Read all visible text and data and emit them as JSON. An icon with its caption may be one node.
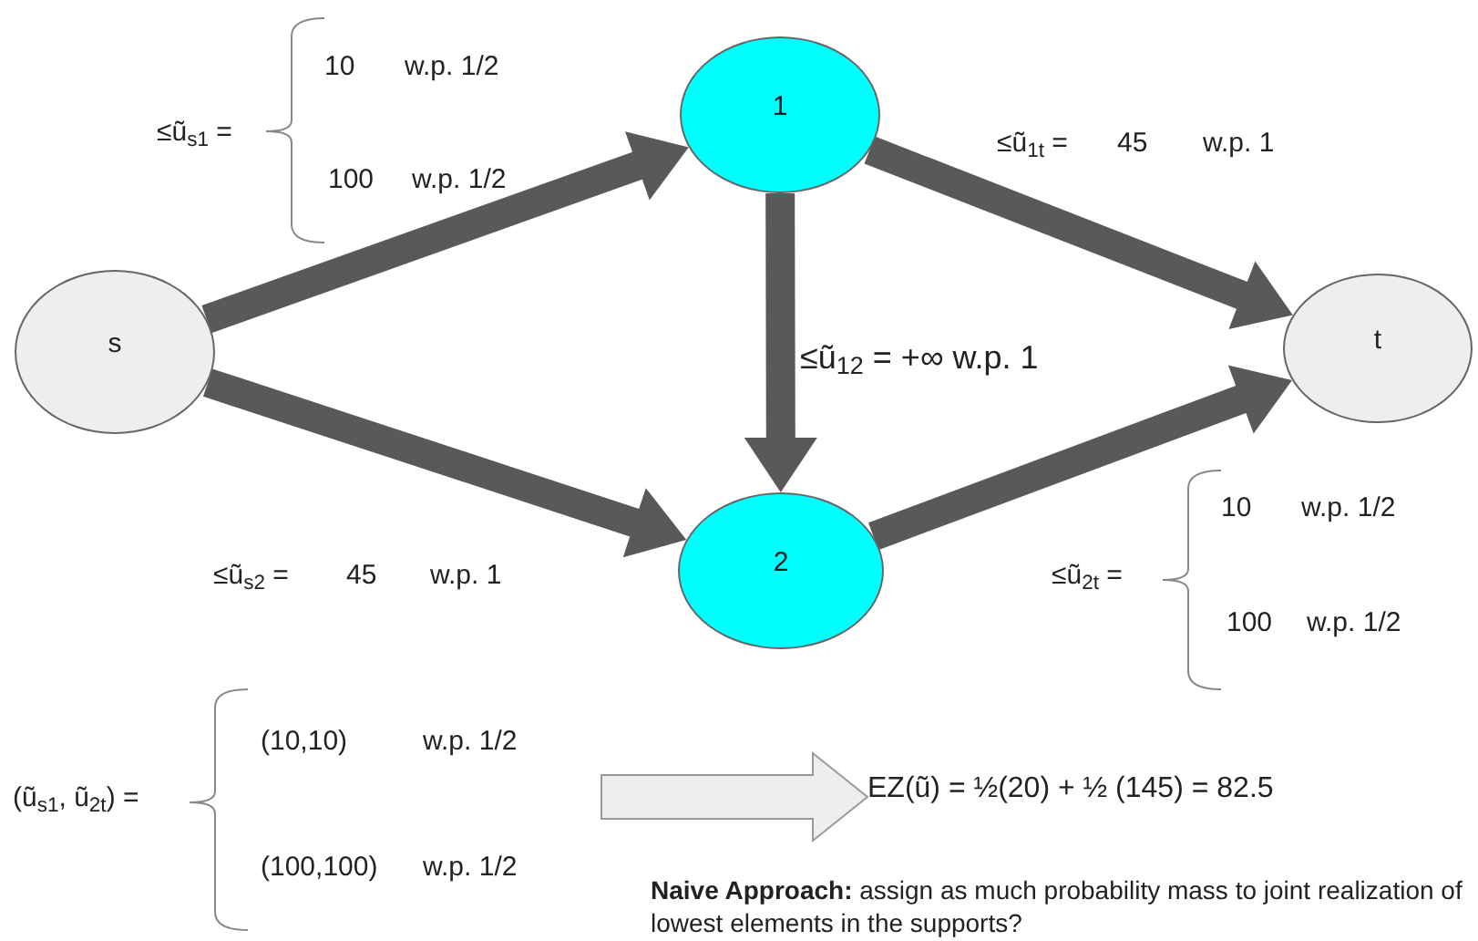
{
  "diagram": {
    "nodes": [
      {
        "text": [
          "s"
        ]
      },
      {
        "text": [
          "1"
        ]
      },
      {
        "text": [
          "2"
        ]
      },
      {
        "text": [
          "t"
        ]
      },
      {
        "text": [
          "EZ(ũ) = ½(20) + ½ (145) = 82.5"
        ]
      }
    ],
    "edges": [
      {
        "from": 0,
        "to": 1,
        "arrow": "to"
      },
      {
        "from": 0,
        "to": 2,
        "arrow": "to"
      },
      {
        "from": 1,
        "to": 3,
        "arrow": "to"
      },
      {
        "from": 1,
        "to": 2,
        "arrow": "to"
      },
      {
        "from": 2,
        "to": 3,
        "arrow": "to"
      },
      {
        "from": null,
        "to": 4,
        "arrow": "to",
        "style": "thick",
        "color": "#eeeeee"
      }
    ],
    "labels": [
      "≤ũ$_{s1}$ =",
      "10",
      "w.p. 1/2",
      "100",
      "w.p. 1/2",
      "≤ũ$_{1t}$ =",
      "45",
      "w.p. 1",
      "≤ũ$_{12}$ = +∞ w.p. 1",
      "10",
      "w.p. 1/2",
      "≤ũ$_{s2}$ =",
      "45",
      "w.p. 1",
      "≤ũ$_{2t}$ =",
      "100",
      "w.p. 1/2",
      "(10,10)",
      "w.p. 1/2",
      "(ũ$_{s1}$, ũ$_{2t}$) =",
      "(100,100)",
      "w.p. 1/2",
      "**Naive Approach:** assign as much probability mass to joint realization of lowest elements in the supports?"
    ]
  }
}
